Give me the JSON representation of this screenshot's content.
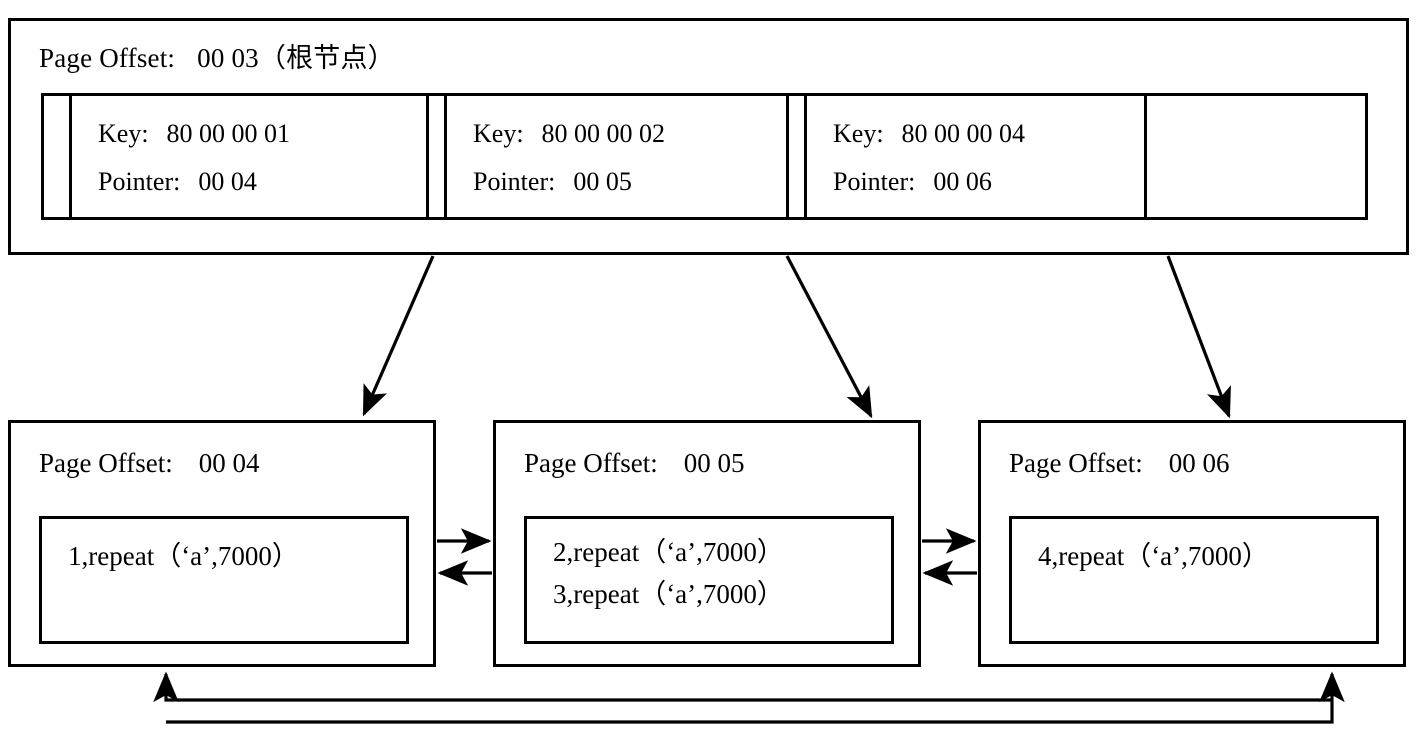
{
  "diagram": {
    "title": "InnoDB B+Tree page layout",
    "stroke_color": "#000000",
    "background_color": "#ffffff"
  },
  "root": {
    "name": "root-page",
    "offset_label": "Page Offset:",
    "offset_value": "00 03（根节点）",
    "cells": [
      {
        "key_label": "Key:",
        "key_value": "80 00 00 01",
        "pointer_label": "Pointer:",
        "pointer_value": "00 04"
      },
      {
        "key_label": "Key:",
        "key_value": "80 00 00 02",
        "pointer_label": "Pointer:",
        "pointer_value": "00 05"
      },
      {
        "key_label": "Key:",
        "key_value": "80 00 00 04",
        "pointer_label": "Pointer:",
        "pointer_value": "00 06"
      }
    ],
    "empty_cell": ""
  },
  "leaves": [
    {
      "name": "leaf-page-0004",
      "offset_label": "Page Offset:",
      "offset_value": "00 04",
      "records": [
        "1,repeat（‘a’,7000）"
      ]
    },
    {
      "name": "leaf-page-0005",
      "offset_label": "Page Offset:",
      "offset_value": "00 05",
      "records": [
        "2,repeat（‘a’,7000）",
        "3,repeat（‘a’,7000）"
      ]
    },
    {
      "name": "leaf-page-0006",
      "offset_label": "Page Offset:",
      "offset_value": "00 06",
      "records": [
        "4,repeat（‘a’,7000）"
      ]
    }
  ]
}
